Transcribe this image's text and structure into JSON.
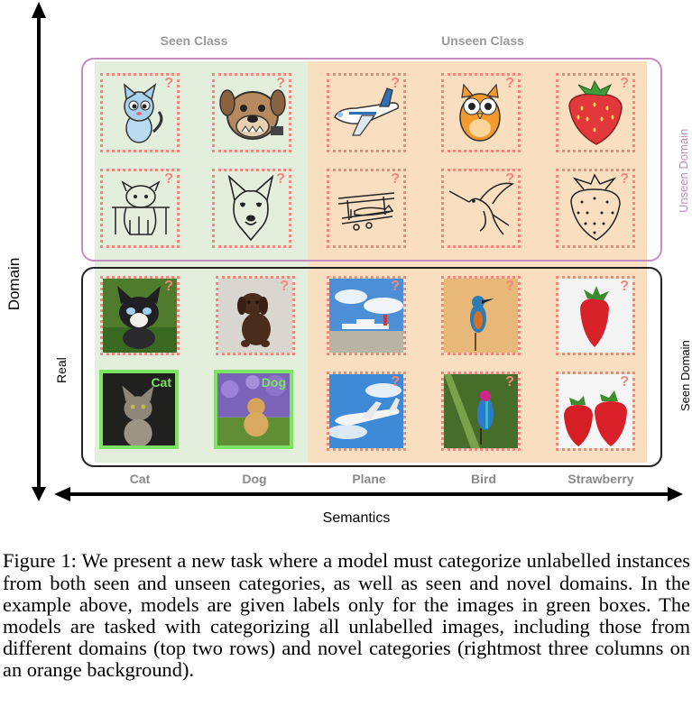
{
  "figure": {
    "column_groups": {
      "seen": "Seen Class",
      "unseen": "Unseen Class"
    },
    "row_groups": {
      "unseen_domain": "Unseen Domain",
      "seen_domain": "Seen Domain",
      "real": "Real"
    },
    "axes": {
      "y": "Domain",
      "x": "Semantics"
    },
    "columns": [
      "Cat",
      "Dog",
      "Plane",
      "Bird",
      "Strawberry"
    ],
    "rows": [
      {
        "domain": "cartoon",
        "cells": [
          {
            "subject": "cat",
            "mark": "?"
          },
          {
            "subject": "dog",
            "mark": "?"
          },
          {
            "subject": "plane",
            "mark": "?"
          },
          {
            "subject": "owl",
            "mark": "?"
          },
          {
            "subject": "strawberry",
            "mark": "?"
          }
        ]
      },
      {
        "domain": "sketch",
        "cells": [
          {
            "subject": "cat",
            "mark": "?"
          },
          {
            "subject": "dog",
            "mark": "?"
          },
          {
            "subject": "plane",
            "mark": "?"
          },
          {
            "subject": "bird",
            "mark": "?"
          },
          {
            "subject": "strawberry",
            "mark": "?"
          }
        ]
      },
      {
        "domain": "real",
        "cells": [
          {
            "subject": "cat",
            "mark": "?"
          },
          {
            "subject": "dog",
            "mark": "?"
          },
          {
            "subject": "plane",
            "mark": "?"
          },
          {
            "subject": "bird",
            "mark": "?"
          },
          {
            "subject": "strawberry",
            "mark": "?"
          }
        ]
      },
      {
        "domain": "real",
        "cells": [
          {
            "subject": "cat",
            "mark": "Cat"
          },
          {
            "subject": "dog",
            "mark": "Dog"
          },
          {
            "subject": "plane",
            "mark": "?"
          },
          {
            "subject": "bird",
            "mark": "?"
          },
          {
            "subject": "strawberry",
            "mark": "?"
          }
        ]
      }
    ],
    "colors": {
      "seen_bg": "#e4eedc",
      "unseen_bg": "#f9dfc0",
      "unlabelled_border": "#f4867d",
      "labelled_border": "#7be462",
      "unseen_domain_border": "#c58cc4"
    }
  },
  "caption": "Figure 1: We present a new task where a model must categorize unlabelled instances from both seen and unseen categories, as well as seen and novel domains. In the example above, models are given labels only for the images in green boxes. The models are tasked with categorizing all unlabelled images, including those from different domains (top two rows) and novel categories (rightmost three columns on an orange background)."
}
